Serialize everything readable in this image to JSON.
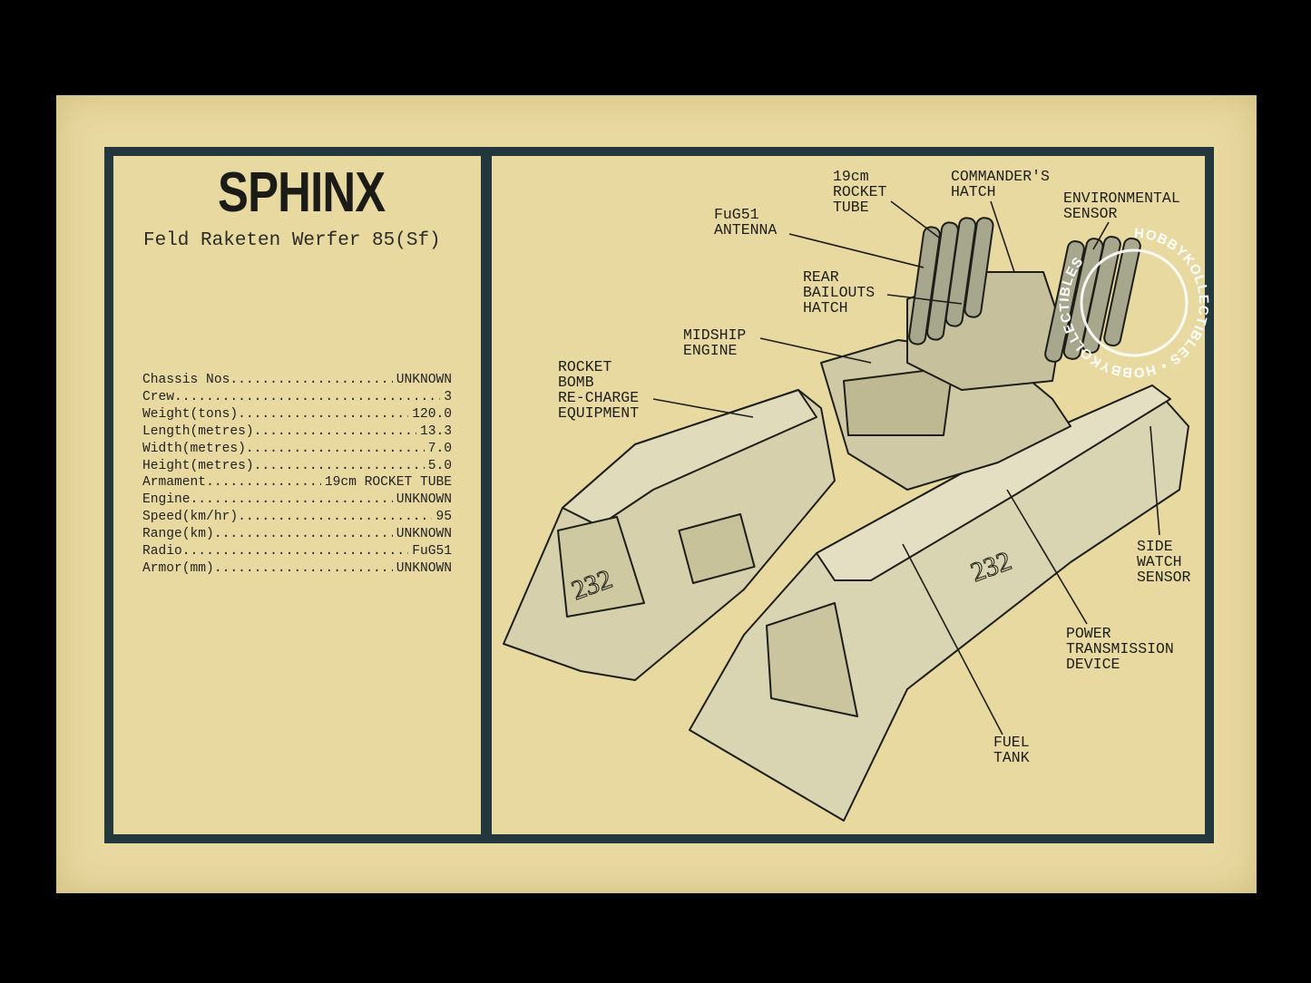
{
  "card": {
    "title": "SPHINX",
    "subtitle": "Feld Raketen Werfer 85(Sf)",
    "specs": [
      {
        "label": "Chassis Nos",
        "value": "UNKNOWN"
      },
      {
        "label": "Crew",
        "value": "3"
      },
      {
        "label": "Weight(tons)",
        "value": "120.0"
      },
      {
        "label": "Length(metres)",
        "value": "13.3"
      },
      {
        "label": "Width(metres)",
        "value": "7.0"
      },
      {
        "label": "Height(metres)",
        "value": "5.0"
      },
      {
        "label": "Armament",
        "value": "19cm ROCKET TUBE"
      },
      {
        "label": "Engine",
        "value": "UNKNOWN"
      },
      {
        "label": "Speed(km/hr)",
        "value": "95"
      },
      {
        "label": "Range(km)",
        "value": "UNKNOWN"
      },
      {
        "label": "Radio",
        "value": "FuG51"
      },
      {
        "label": "Armor(mm)",
        "value": "UNKNOWN"
      }
    ]
  },
  "diagram": {
    "labels": {
      "rocket_tube": "19cm\nROCKET\nTUBE",
      "commanders_hatch": "COMMANDER'S\nHATCH",
      "environmental_sensor": "ENVIRONMENTAL\nSENSOR",
      "antenna": "FuG51\nANTENNA",
      "rear_bailouts_hatch": "REAR\nBAILOUTS\nHATCH",
      "midship_engine": "MIDSHIP\nENGINE",
      "recharge_equipment": "ROCKET\nBOMB\nRE-CHARGE\nEQUIPMENT",
      "side_watch_sensor": "SIDE\nWATCH\nSENSOR",
      "power_transmission": "POWER\nTRANSMISSION\nDEVICE",
      "fuel_tank": "FUEL\nTANK"
    },
    "hull_number": "232"
  },
  "watermark": "HOBBYKOLLECTIBLES",
  "colors": {
    "card": "#e8d9a0",
    "frame": "#22383d",
    "ink": "#1e1e18"
  }
}
